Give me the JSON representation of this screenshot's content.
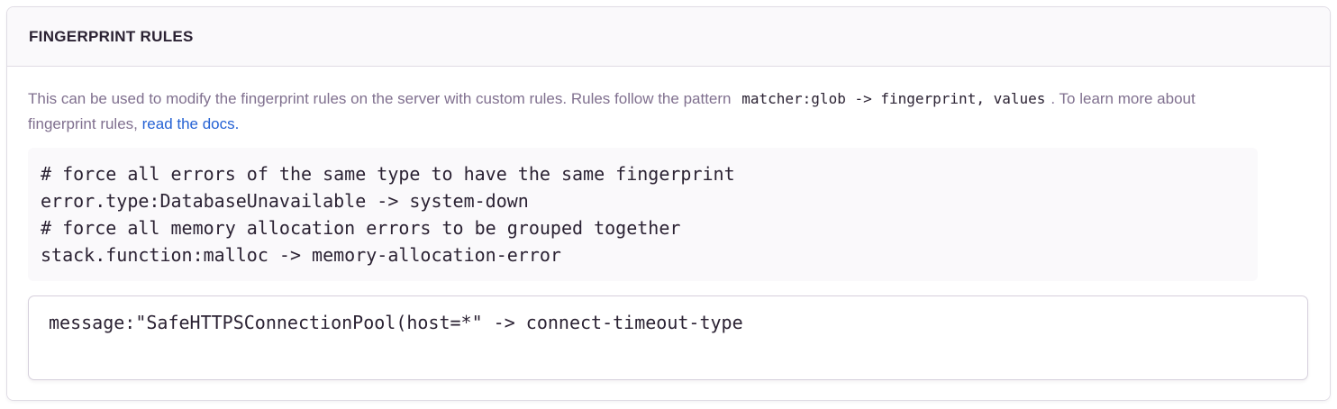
{
  "panel": {
    "title": "FINGERPRINT RULES",
    "description": {
      "text_before": "This can be used to modify the fingerprint rules on the server with custom rules. Rules follow the pattern",
      "pattern_code": "matcher:glob -> fingerprint, values",
      "text_after": ". To learn more about fingerprint rules,",
      "link_label": "read the docs."
    },
    "example_code": "# force all errors of the same type to have the same fingerprint\nerror.type:DatabaseUnavailable -> system-down\n# force all memory allocation errors to be grouped together\nstack.function:malloc -> memory-allocation-error",
    "rules_input": {
      "value": "message:\"SafeHTTPSConnectionPool(host=*\" -> connect-timeout-type"
    }
  },
  "colors": {
    "link_blue": "#2562d4",
    "header_text": "#2b2233",
    "body_text": "#80708f",
    "panel_border": "#e0dce5",
    "surface_secondary": "#faf9fb"
  }
}
